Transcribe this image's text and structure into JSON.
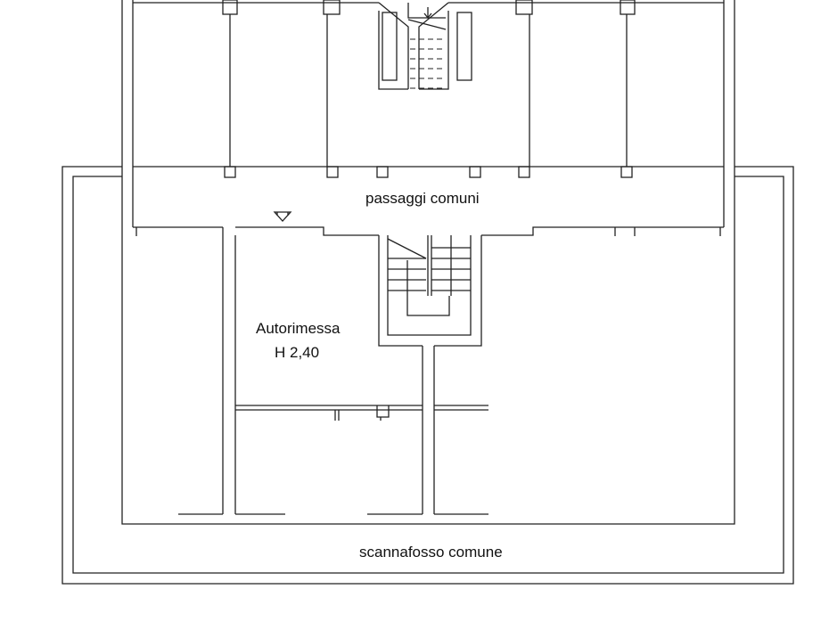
{
  "plan": {
    "labels": {
      "corridor": "passaggi comuni",
      "garage": "Autorimessa",
      "garage_height": "H 2,40",
      "moat": "scannafosso comune"
    }
  }
}
